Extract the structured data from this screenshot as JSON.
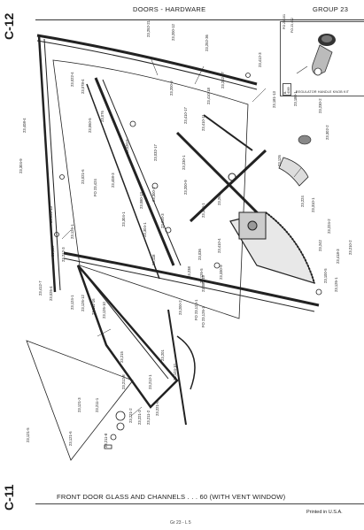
{
  "header": {
    "title": "DOORS - HARDWARE",
    "group": "GROUP 23"
  },
  "side_tabs": {
    "top": "C-12",
    "bottom": "C-11"
  },
  "inset": {
    "caption": "REGULATOR HANDLE KNOB KIT",
    "number": "B-4069",
    "parts": [
      "FO 23,101",
      "FO 23,412"
    ]
  },
  "callouts": [
    "23,252-21",
    "23,200-12",
    "23,252-36",
    "23,252-37",
    "23,412-3",
    "23,022-4",
    "23,078-4",
    "23,076",
    "23,060-5",
    "23,410-18",
    "23,410-17",
    "23,410-11",
    "23,200-9",
    "23,020-5",
    "23,032-17",
    "23,180-1",
    "23,230-2",
    "23,181-13",
    "23,302-2",
    "23,408-4",
    "23,304-9",
    "23,310-1",
    "23,230-1",
    "23,126",
    "23,200-9",
    "23,262",
    "23,304-1",
    "23,224",
    "23,242",
    "23,224-2",
    "23,418-3",
    "23,410-4",
    "23,021-6",
    "23,408-3",
    "23,300-1",
    "23,036",
    "23,100-5",
    "23,080-13",
    "23,304-1",
    "FO 23,424",
    "23,200-3",
    "23,238",
    "23,126-5",
    "23,200-2",
    "23,304-1",
    "23,080-19",
    "23,330-9",
    "23,032-13",
    "23,126-1",
    "FO 23,124-1",
    "FO 23,126-1",
    "23,118",
    "23,126-1",
    "23,210-2",
    "23,116",
    "23,212-3",
    "23,412-7",
    "23,026-4",
    "23,124-1",
    "23,126-12",
    "23,211-16",
    "23,126-10",
    "23,201",
    "23,215",
    "23,121-3",
    "23,211-1",
    "23,212-8",
    "23,212-1",
    "23,221-2",
    "23,221-3",
    "23,211-2",
    "23,221-6",
    "23,121-5",
    "23,121-6",
    "23,211-8",
    "23,124-10"
  ],
  "caption": {
    "text": "FRONT DOOR GLASS AND CHANNELS . . . 60 (WITH VENT WINDOW)"
  },
  "footer": {
    "printed": "Printed in U.S.A.",
    "page": "Gr 23 - L 5"
  }
}
